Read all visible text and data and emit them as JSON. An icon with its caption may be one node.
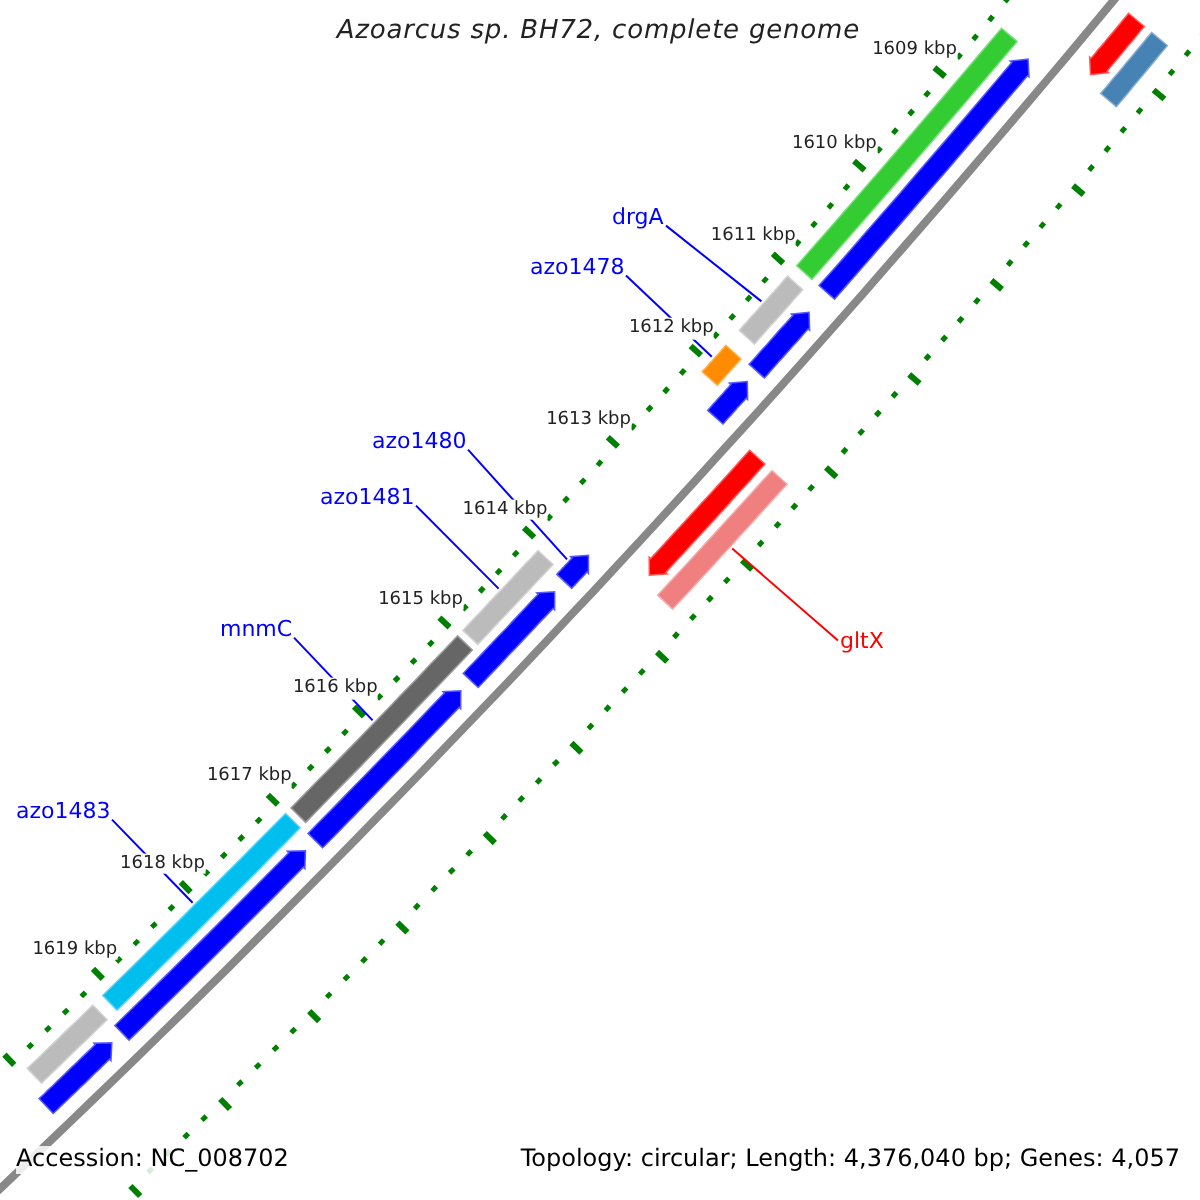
{
  "diagram": {
    "title": "Azoarcus sp. BH72, complete genome",
    "nodes": [
      {
        "text": [
          "drgA"
        ]
      },
      {
        "text": [
          "azo1478"
        ]
      },
      {
        "text": [
          "azo1480"
        ]
      },
      {
        "text": [
          "azo1481"
        ]
      },
      {
        "text": [
          "mnmC"
        ]
      },
      {
        "text": [
          "azo1483"
        ]
      },
      {
        "text": [
          "gltX"
        ]
      },
      {
        "text": [],
        "shape": "arrow"
      },
      {
        "text": [],
        "shape": "bar"
      },
      {
        "text": [],
        "shape": "bar"
      },
      {
        "text": [],
        "shape": "arrow"
      },
      {
        "text": [],
        "shape": "bar"
      },
      {
        "text": [],
        "shape": "arrow"
      },
      {
        "text": [],
        "shape": "bar"
      },
      {
        "text": [],
        "shape": "arrow"
      },
      {
        "text": [],
        "shape": "arrow"
      },
      {
        "text": [],
        "shape": "bar"
      },
      {
        "text": [],
        "shape": "arrow"
      },
      {
        "text": [],
        "shape": "bar"
      },
      {
        "text": [],
        "shape": "arrow"
      },
      {
        "text": [],
        "shape": "bar"
      },
      {
        "text": [],
        "shape": "arrow"
      },
      {
        "text": [],
        "shape": "bar"
      },
      {
        "text": [],
        "shape": "arrow"
      },
      {
        "text": [],
        "shape": "bar"
      },
      {
        "text": [],
        "shape": "arrow"
      }
    ],
    "edges": [
      {
        "from": 0,
        "to": 11,
        "arrow": "none"
      },
      {
        "from": 1,
        "to": 13,
        "arrow": "none"
      },
      {
        "from": 2,
        "to": 17,
        "arrow": "none"
      },
      {
        "from": 3,
        "to": 18,
        "arrow": "none"
      },
      {
        "from": 4,
        "to": 20,
        "arrow": "none"
      },
      {
        "from": 5,
        "to": 22,
        "arrow": "none"
      },
      {
        "from": 6,
        "to": 16,
        "arrow": "none",
        "color": "#ff0000"
      }
    ],
    "labels": [
      "1609 kbp",
      "1610 kbp",
      "1611 kbp",
      "1612 kbp",
      "1613 kbp",
      "1614 kbp",
      "1615 kbp",
      "1616 kbp",
      "1617 kbp",
      "1618 kbp",
      "1619 kbp",
      "Accession: NC_008702",
      "Topology: circular; Length: 4,376,040 bp; Genes: 4,057"
    ]
  }
}
